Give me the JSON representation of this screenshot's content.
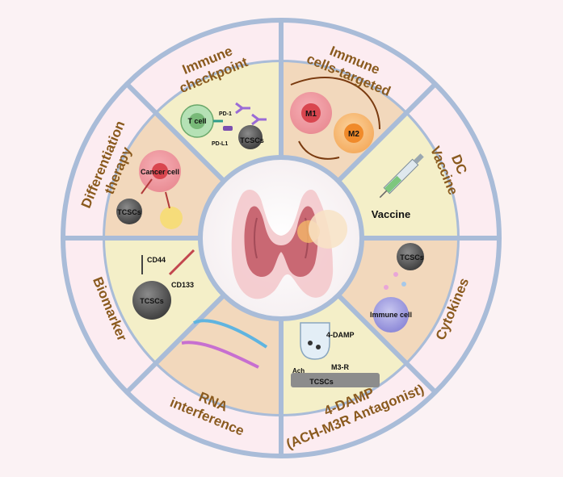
{
  "outer_labels": {
    "immune_checkpoint": [
      "Immune",
      "checkpoint"
    ],
    "immune_cells_targeted": [
      "Immune",
      "cells-targeted"
    ],
    "dc_vaccine": [
      "DC",
      "Vaccine"
    ],
    "cytokines": [
      "Cytokines"
    ],
    "antagonist": [
      "4-DAMP",
      "(ACH-M3R  Antagonist)"
    ],
    "rna_interference": [
      "RNA",
      "interference"
    ],
    "biomarker": [
      "Biomarker"
    ],
    "differentiation_therapy": [
      "Differentiation",
      "therapy"
    ]
  },
  "inner_labels": {
    "t_cell": "T cell",
    "pd1": "PD-1",
    "pdl1": "PD-L1",
    "tcscs": "TCSCs",
    "m1": "M1",
    "m2": "M2",
    "vaccine": "Vaccine",
    "immune_cell": "Immune cell",
    "four_damp": "4-DAMP",
    "m3r": "M3-R",
    "ach": "Ach",
    "cd44": "CD44",
    "cd133": "CD133",
    "cancer_cell": "Cancer cell"
  },
  "colors": {
    "ring": "#a9bcd8",
    "outer_fill": "#fcecf1",
    "inner_fill_a": "#f2d8bc",
    "inner_fill_b": "#f4efc8",
    "label": "#8a5a1e",
    "background": "#fbf2f4"
  }
}
